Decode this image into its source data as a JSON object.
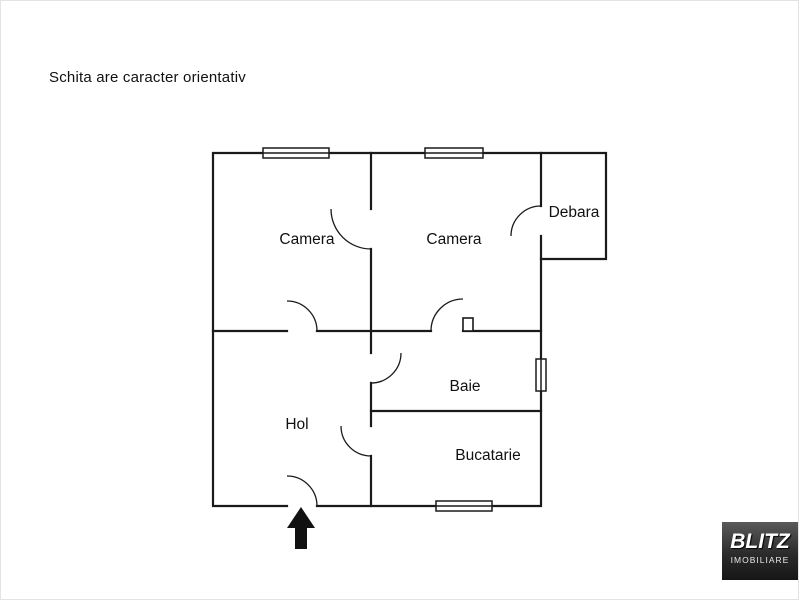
{
  "disclaimer": "Schita are caracter orientativ",
  "floorplan": {
    "wall_color": "#1a1a1a",
    "rooms": [
      {
        "label": "Camera"
      },
      {
        "label": "Camera"
      },
      {
        "label": "Debara"
      },
      {
        "label": "Baie"
      },
      {
        "label": "Bucatarie"
      },
      {
        "label": "Hol"
      }
    ],
    "entrance_icon": "up-arrow"
  },
  "logo": {
    "brand": "BLITZ",
    "tagline": "IMOBILIARE"
  }
}
